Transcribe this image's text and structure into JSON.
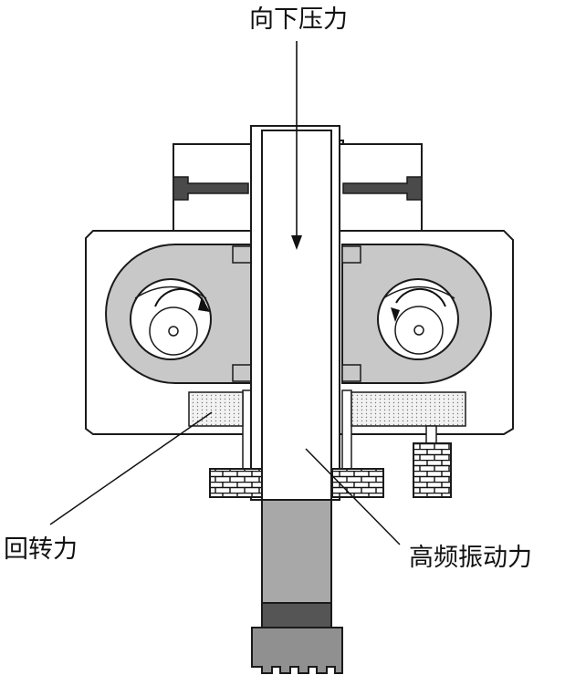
{
  "labels": {
    "top_force": "向下压力",
    "rotary_force": "回转力",
    "vibration_force": "高频振动力"
  },
  "colors": {
    "line": "#1a1a1a",
    "eccentric_fill": "#c8c8c8",
    "rod_dark": "#4a4a4a",
    "drill_fill": "#a8a8a8",
    "collar_dark": "#555555",
    "bit_fill": "#909090",
    "damper_fill": "#e8e8e8"
  }
}
